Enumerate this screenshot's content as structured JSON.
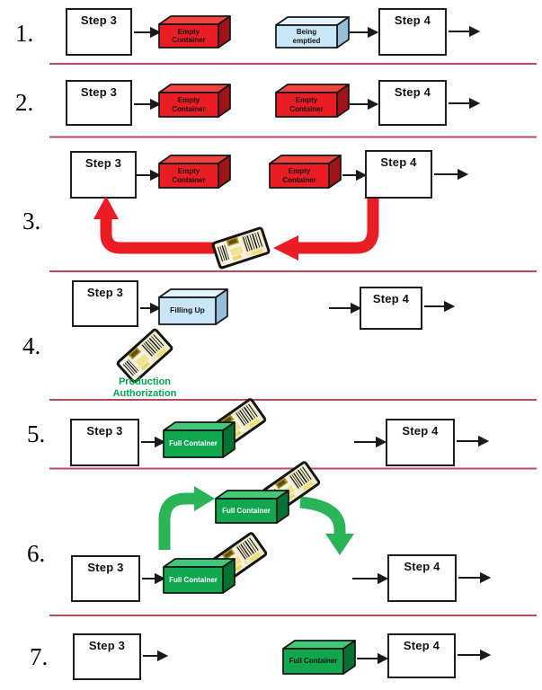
{
  "colors": {
    "red": "#EA1C24",
    "red_top": "#F1443A",
    "red_side": "#A01318",
    "blue": "#C8E6F7",
    "blue_top": "#E3F2FB",
    "blue_side": "#96BED8",
    "green": "#10A74F",
    "green_top": "#42C877",
    "green_side": "#077033",
    "arrow_red": "#EA1C24",
    "arrow_green": "#2BB457",
    "separator": "#B94C5C",
    "caption_green": "#00A651"
  },
  "rows": [
    {
      "num": "1.",
      "step3": "Step 3",
      "step4": "Step 4",
      "container1": "Empty\nContainer",
      "container2": "Being\nemptied"
    },
    {
      "num": "2.",
      "step3": "Step 3",
      "step4": "Step 4",
      "container1": "Empty\nContainer",
      "container2": "Empty\nContainer"
    },
    {
      "num": "3.",
      "step3": "Step 3",
      "step4": "Step 4",
      "container1": "Empty\nContainer",
      "container2": "Empty\nContainer"
    },
    {
      "num": "4.",
      "step3": "Step 3",
      "step4": "Step 4",
      "container1": "Filling Up",
      "caption": "Production\nAuthorization"
    },
    {
      "num": "5.",
      "step3": "Step 3",
      "step4": "Step 4",
      "container1": "Full Container"
    },
    {
      "num": "6.",
      "step3": "Step 3",
      "step4": "Step 4",
      "container1": "Full Container",
      "container2": "Full Container"
    },
    {
      "num": "7.",
      "step3": "Step 3",
      "step4": "Step 4",
      "container2": "Full Container"
    }
  ]
}
